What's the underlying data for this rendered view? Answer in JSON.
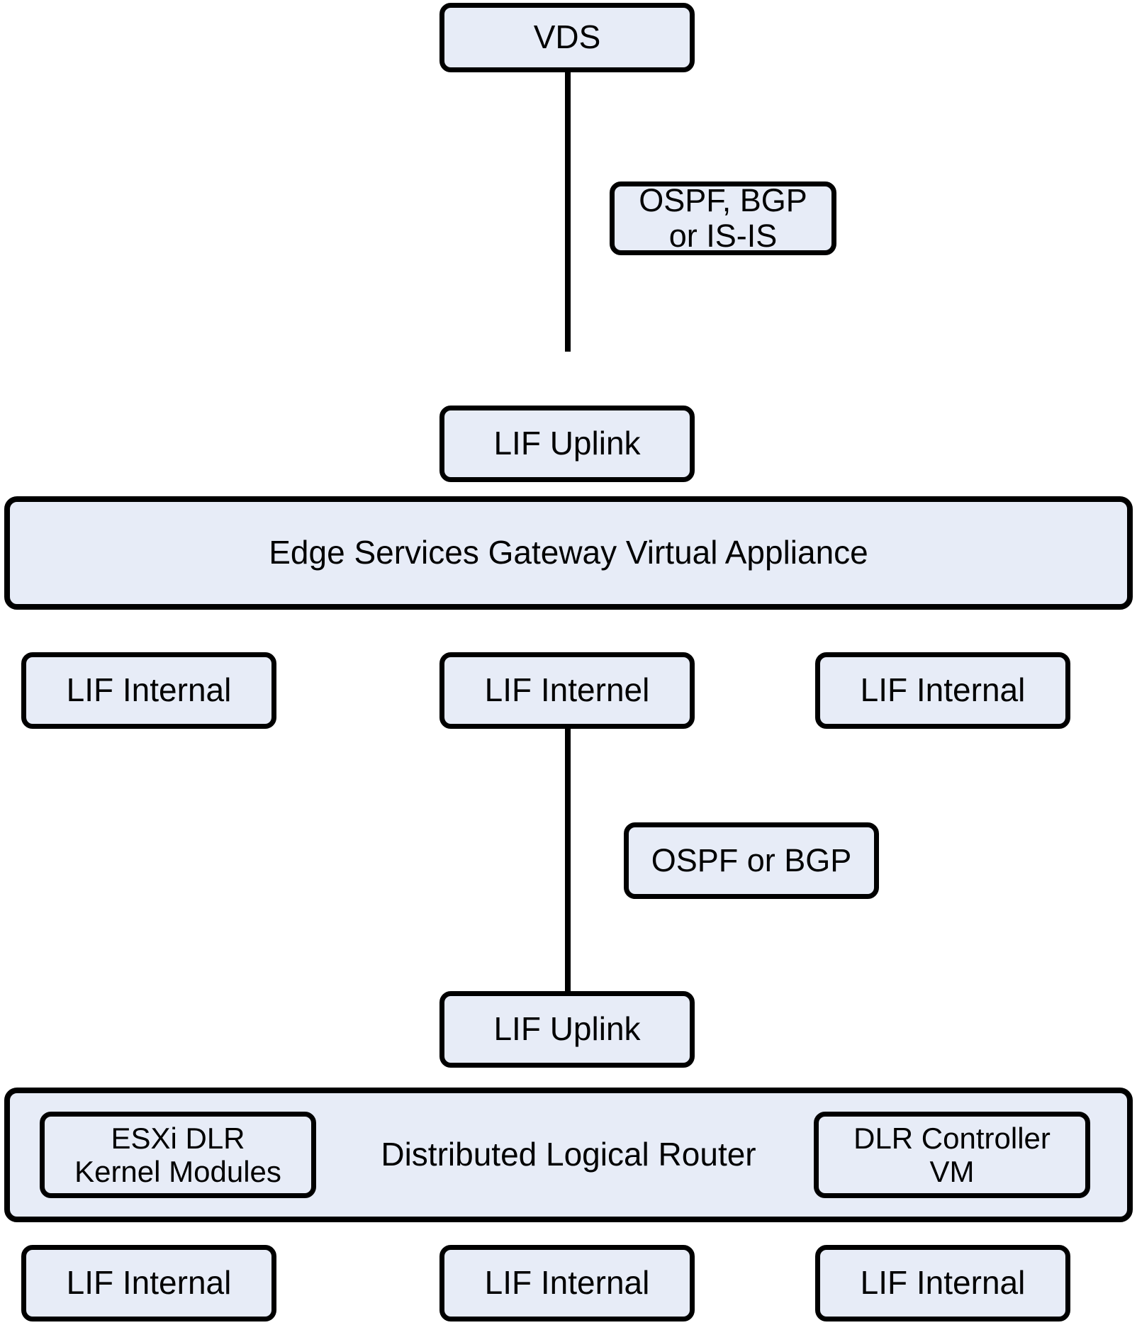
{
  "diagram": {
    "title": "NSX Edge Services Gateway and Distributed Logical Router topology",
    "colors": {
      "node_fill": "#e7ecf7",
      "node_border": "#000000",
      "canvas_background": "#ffffff",
      "text": "#000000"
    },
    "nodes": {
      "vds": "VDS",
      "routing_protocols_upper": "OSPF, BGP\nor IS-IS",
      "lif_uplink_upper": "LIF Uplink",
      "edge_services_gateway": "Edge Services Gateway Virtual Appliance",
      "lif_internal_esg_left": "LIF Internal",
      "lif_internel_esg_center": "LIF Internel",
      "lif_internal_esg_right": "LIF Internal",
      "routing_protocols_lower": "OSPF or BGP",
      "lif_uplink_lower": "LIF Uplink",
      "distributed_logical_router": "Distributed Logical Router",
      "esxi_dlr_kernel_modules": "ESXi DLR\nKernel Modules",
      "dlr_controller_vm": "DLR Controller\nVM",
      "lif_internal_dlr_left": "LIF Internal",
      "lif_internal_dlr_center": "LIF Internal",
      "lif_internal_dlr_right": "LIF Internal"
    },
    "connectors": [
      {
        "name": "vds-to-lif-uplink-upper",
        "from": "VDS",
        "to": "LIF Uplink",
        "annotation": "OSPF, BGP or IS-IS"
      },
      {
        "name": "lif-internel-to-lif-uplink-lower",
        "from": "LIF Internel",
        "to": "LIF Uplink",
        "annotation": "OSPF or BGP"
      }
    ]
  }
}
